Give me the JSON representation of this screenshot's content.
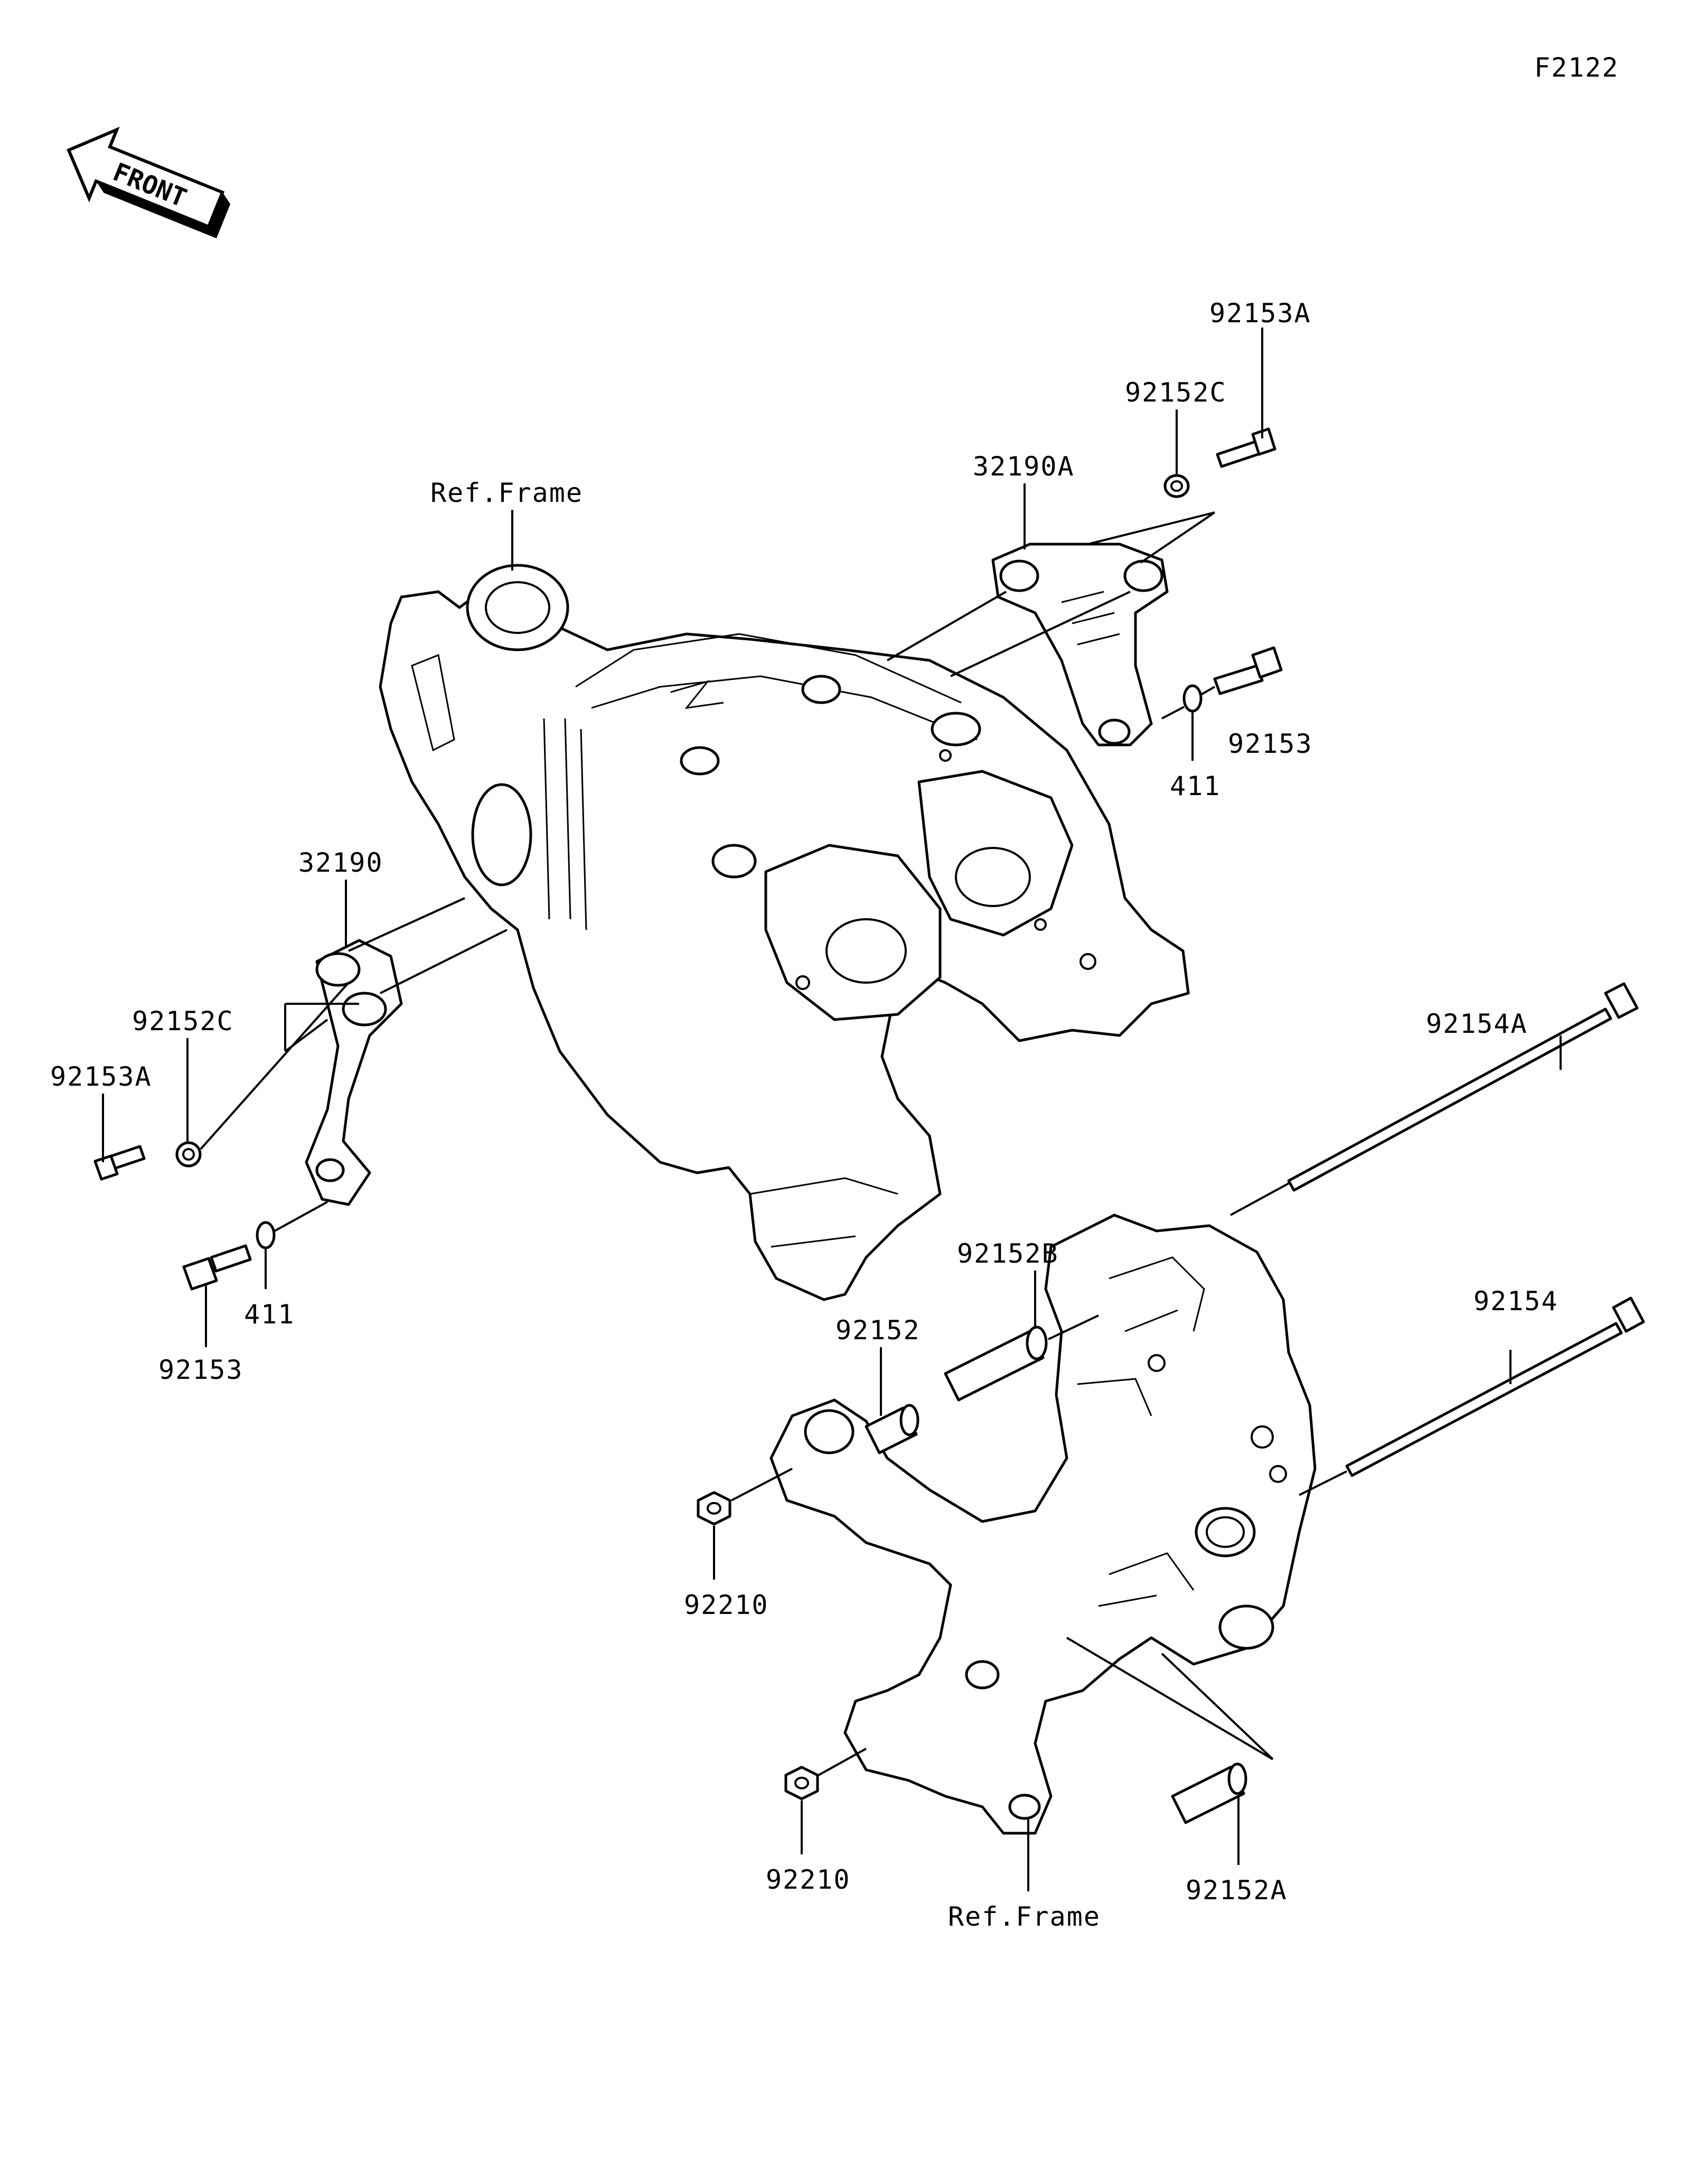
{
  "figure_code": "F2122",
  "front_label": "FRONT",
  "ref_labels": {
    "top": "Ref.Frame",
    "bottom": "Ref.Frame"
  },
  "part_labels": {
    "p92153A_top": "92153A",
    "p92152C_top": "92152C",
    "p32190A": "32190A",
    "p92153_right": "92153",
    "p411_right": "411",
    "p32190": "32190",
    "p92152C_left": "92152C",
    "p92153A_left": "92153A",
    "p411_left": "411",
    "p92153_left": "92153",
    "p92154A": "92154A",
    "p92152B": "92152B",
    "p92152": "92152",
    "p92154": "92154",
    "p92210_upper": "92210",
    "p92210_lower": "92210",
    "p92152A": "92152A"
  }
}
